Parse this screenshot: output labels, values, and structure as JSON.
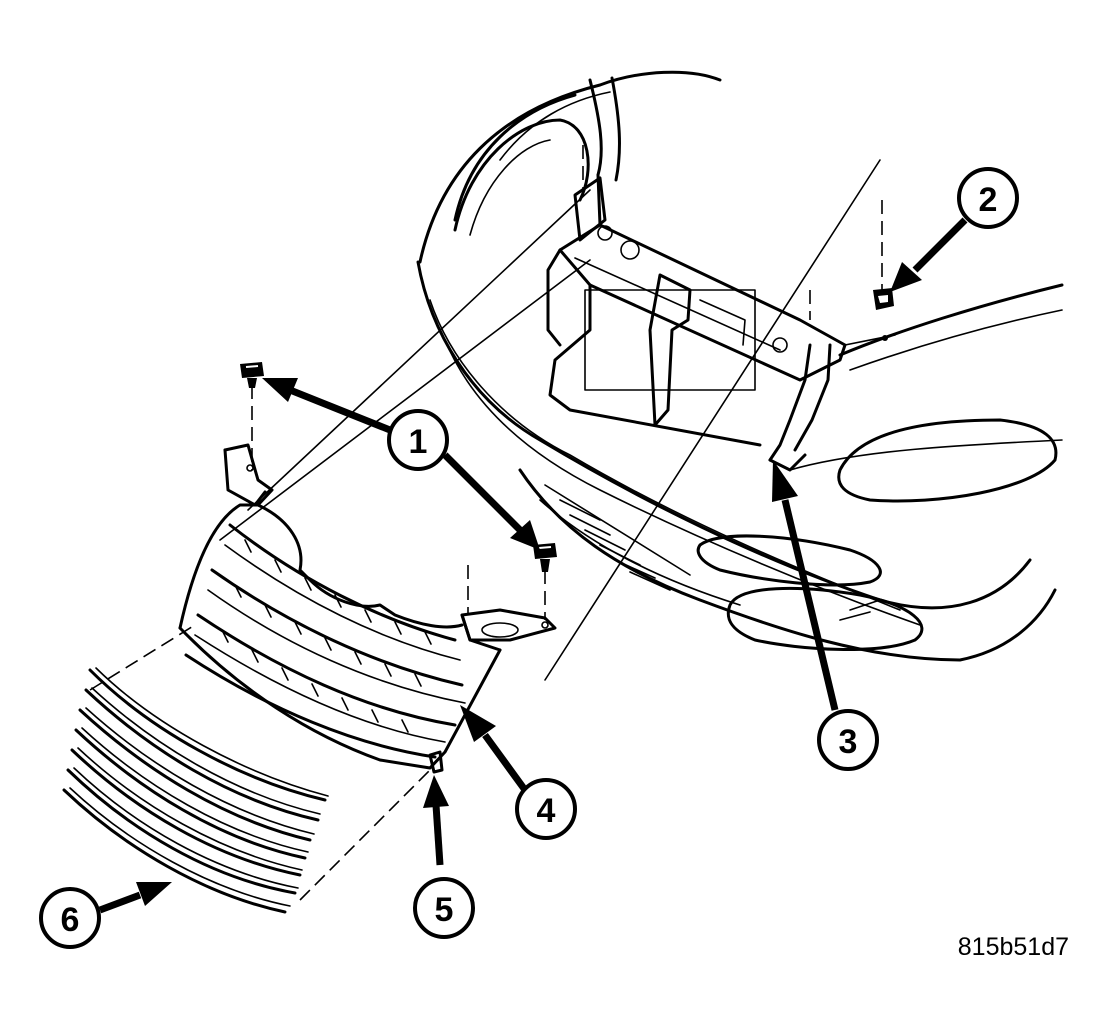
{
  "callouts": [
    {
      "id": "callout-1",
      "label": "1"
    },
    {
      "id": "callout-2",
      "label": "2"
    },
    {
      "id": "callout-3",
      "label": "3"
    },
    {
      "id": "callout-4",
      "label": "4"
    },
    {
      "id": "callout-5",
      "label": "5"
    },
    {
      "id": "callout-6",
      "label": "6"
    }
  ],
  "figure_id": "815b51d7"
}
